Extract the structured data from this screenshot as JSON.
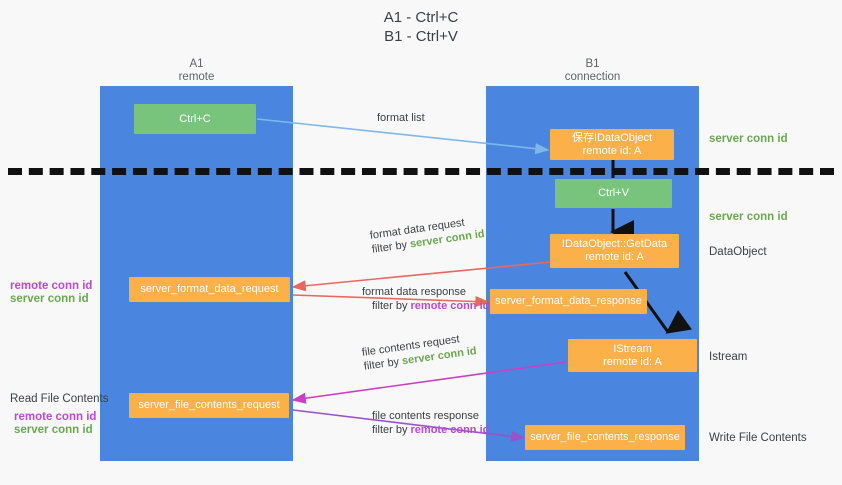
{
  "title": {
    "line1": "A1 - Ctrl+C",
    "line2": "B1 - Ctrl+V"
  },
  "lanes": [
    {
      "id": "a1",
      "name": "A1",
      "sub": "remote"
    },
    {
      "id": "b1",
      "name": "B1",
      "sub": "connection"
    }
  ],
  "boxes": {
    "ctrl_c": {
      "label": "Ctrl+C",
      "color": "#79c47d"
    },
    "save_idataobject": {
      "line1": "保存IDataObject",
      "line2": "remote id: A",
      "color": "#fbb049"
    },
    "ctrl_v": {
      "label": "Ctrl+V",
      "color": "#79c47d"
    },
    "getdata": {
      "line1": "IDataObject::GetData",
      "line2": "remote id: A",
      "color": "#fbb049"
    },
    "server_format_data_request": {
      "label": "server_format_data_request",
      "color": "#fbb049"
    },
    "server_format_data_response": {
      "label": "server_format_data_response",
      "color": "#fbb049"
    },
    "istream": {
      "line1": "IStream",
      "line2": "remote id: A",
      "color": "#fbb049"
    },
    "server_file_contents_request": {
      "label": "server_file_contents_request",
      "color": "#fbb049"
    },
    "server_file_contents_response": {
      "label": "server_file_contents_response",
      "color": "#fbb049"
    }
  },
  "right_labels": {
    "server_conn_id_1": "server conn id",
    "server_conn_id_2": "server conn id",
    "dataobject": "DataObject",
    "istream": "Istream",
    "write_file_contents": "Write File Contents"
  },
  "left_labels": {
    "remote_conn_id_1": "remote conn id",
    "server_conn_id_1": "server conn id",
    "read_file_contents": "Read File Contents",
    "remote_conn_id_2": "remote conn id",
    "server_conn_id_2": "server conn id"
  },
  "edges": {
    "format_list": {
      "text": "format list"
    },
    "format_data_request": {
      "text": "format data request",
      "filter_prefix": "filter by ",
      "filter_value": "server conn id"
    },
    "format_data_response": {
      "text": "format data response",
      "filter_prefix": "filter by ",
      "filter_value": "remote conn id"
    },
    "file_contents_request": {
      "text": "file contents request",
      "filter_prefix": "filter by ",
      "filter_value": "server conn id"
    },
    "file_contents_response": {
      "text": "file contents response",
      "filter_prefix": "filter by ",
      "filter_value": "remote conn id"
    }
  },
  "colors": {
    "lane": "#4a86e0",
    "green_box": "#79c47d",
    "orange_box": "#fbb049",
    "server_conn_id": "#6aa84f",
    "remote_conn_id": "#b94ad6",
    "arrow_blue": "#7fb8e8",
    "arrow_red": "#e8685d",
    "arrow_magenta": "#cc3fc0",
    "arrow_purple": "#9b52c9",
    "arrow_black": "#111111",
    "background": "#f8f8f8"
  }
}
